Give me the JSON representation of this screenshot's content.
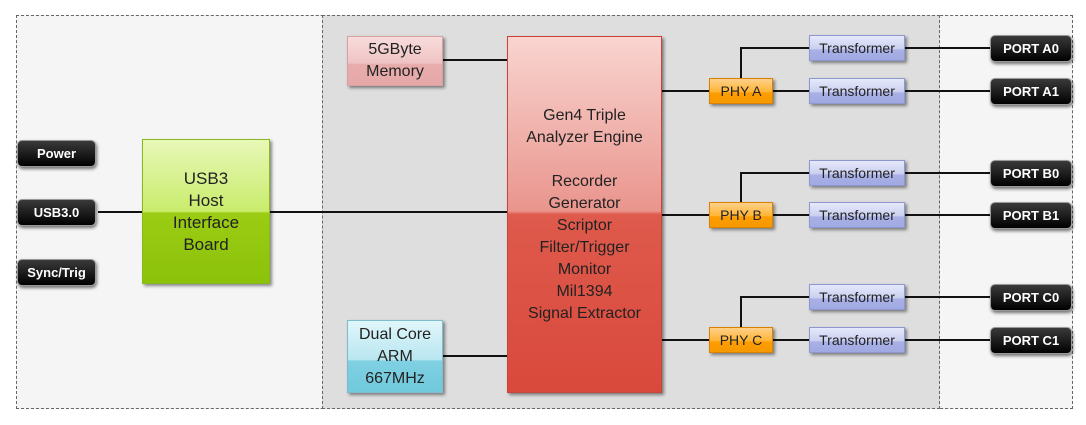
{
  "memory": "5GByte Memory",
  "arm": "Dual Core ARM 667MHz",
  "usb": {
    "lines": [
      "USB3",
      "Host",
      "Interface",
      "Board"
    ]
  },
  "engine": {
    "title_lines": [
      "Gen4 Triple",
      "Analyzer Engine"
    ],
    "features": [
      "Recorder",
      "Generator",
      "Scriptor",
      "Filter/Trigger",
      "Monitor",
      "Mil1394",
      "Signal Extractor"
    ]
  },
  "left_ports": [
    "Power",
    "USB3.0",
    "Sync/Trig"
  ],
  "phys": [
    "PHY A",
    "PHY B",
    "PHY C"
  ],
  "transformers": [
    "Transformer",
    "Transformer",
    "Transformer",
    "Transformer",
    "Transformer",
    "Transformer"
  ],
  "right_ports": [
    "PORT A0",
    "PORT A1",
    "PORT B0",
    "PORT B1",
    "PORT C0",
    "PORT C1"
  ]
}
